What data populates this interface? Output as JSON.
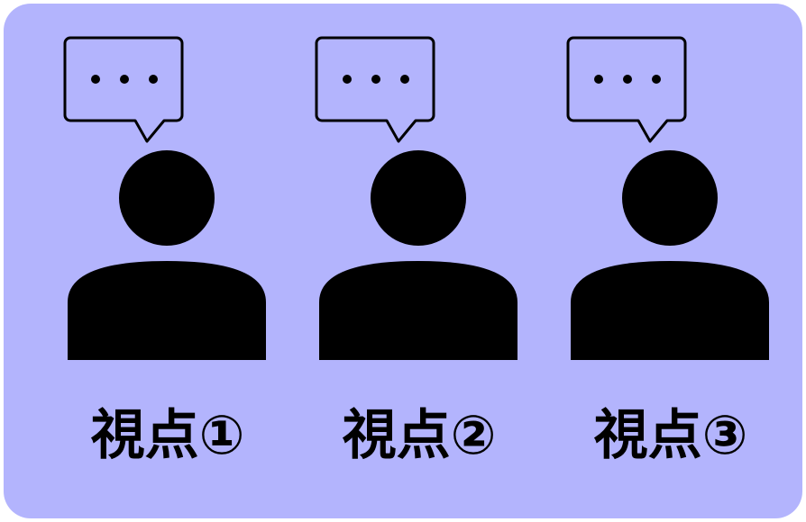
{
  "colors": {
    "background": "#b3b4fd",
    "figure": "#000000"
  },
  "viewpoints": [
    {
      "label": "視点①",
      "bubble_icon": "ellipsis-icon",
      "figure_icon": "person-icon"
    },
    {
      "label": "視点②",
      "bubble_icon": "ellipsis-icon",
      "figure_icon": "person-icon"
    },
    {
      "label": "視点③",
      "bubble_icon": "ellipsis-icon",
      "figure_icon": "person-icon"
    }
  ]
}
